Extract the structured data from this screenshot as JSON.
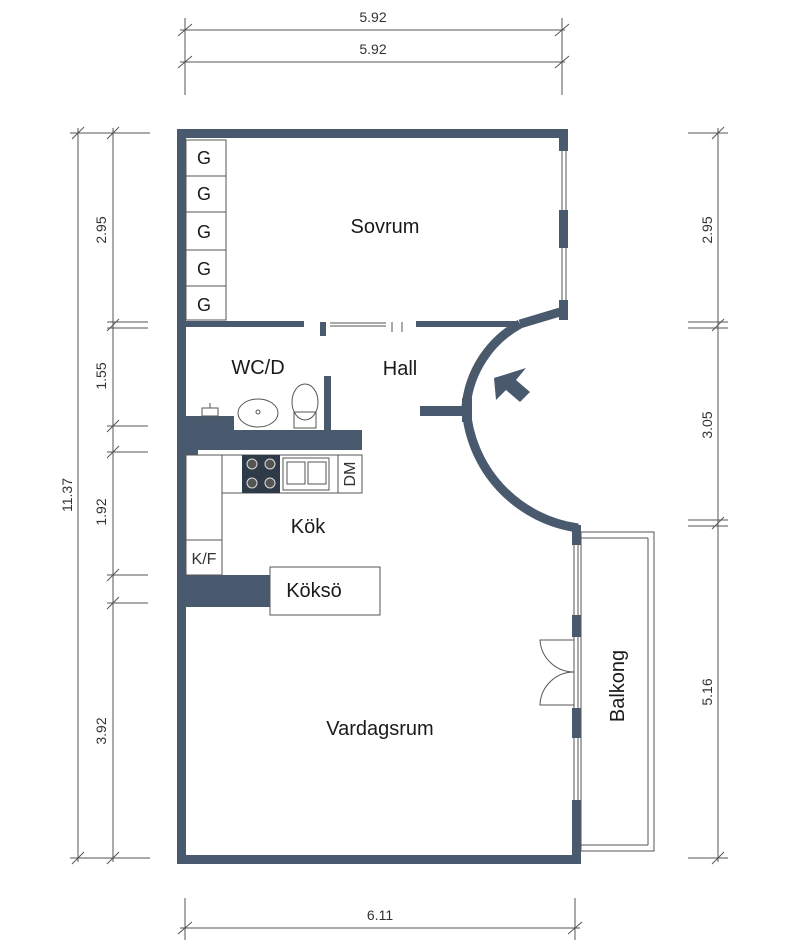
{
  "colors": {
    "wall": "#4a5a6e",
    "line": "#555555",
    "background": "#ffffff"
  },
  "dimensions": {
    "top_outer": "5.92",
    "top_inner": "5.92",
    "bottom": "6.11",
    "left_total": "11.37",
    "left_sovrum": "2.95",
    "left_hall": "1.55",
    "left_kok": "1.92",
    "left_vardagsrum": "3.92",
    "right_sovrum": "2.95",
    "right_hall": "3.05",
    "right_balkong": "5.16"
  },
  "rooms": {
    "sovrum": "Sovrum",
    "wc": "WC/D",
    "hall": "Hall",
    "kok": "Kök",
    "koksoe": "Köksö",
    "vardagsrum": "Vardagsrum",
    "balkong": "Balkong",
    "dm": "DM",
    "kf": "K/F"
  },
  "wardrobe_label": "G",
  "icons": {
    "entrance": "entrance-arrow-icon"
  }
}
